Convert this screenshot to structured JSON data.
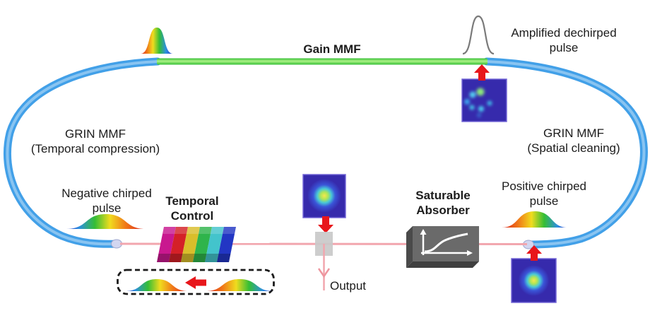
{
  "figure": {
    "type": "scientific-diagram",
    "subject": "Mode-locked multimode fiber laser ring cavity"
  },
  "labels": {
    "gain_fiber": "Gain MMF",
    "amplified_pulse_line1": "Amplified dechirped",
    "amplified_pulse_line2": "pulse",
    "grin_left_line1": "GRIN MMF",
    "grin_left_line2": "(Temporal compression)",
    "grin_right_line1": "GRIN MMF",
    "grin_right_line2": "(Spatial cleaning)",
    "negative_pulse_line1": "Negative chirped",
    "negative_pulse_line2": "pulse",
    "temporal_control_line1": "Temporal",
    "temporal_control_line2": "Control",
    "saturable_absorber_line1": "Saturable",
    "saturable_absorber_line2": "Absorber",
    "positive_pulse_line1": "Positive chirped",
    "positive_pulse_line2": "pulse",
    "output": "Output"
  },
  "colors": {
    "grin_fiber_blue": "#42A0E8",
    "gain_fiber_green": "#38C838",
    "intracavity_beam_pink": "#F2A6AE",
    "arrow_red": "#E8161B",
    "mode_field_background_indigo": "#362AAC",
    "mode_field_border": "#7466D6",
    "saturable_absorber_gray": "#6A6A6A",
    "output_coupler_gray": "#C9C9C9",
    "temporal_control_stripes": [
      "#C9188F",
      "#D42027",
      "#D9BE2B",
      "#2FB44B",
      "#43C4CC",
      "#2236C4"
    ],
    "dashed_box_black": "#1A1A1A",
    "gray_pulse_outline": "#7A7A7A"
  },
  "icons": {
    "pulse_top_left": "rainbow-gaussian-pulse",
    "pulse_amplified": "gray-outline-gaussian-pulse",
    "pulse_negative": "rainbow-chirped-pulse-blue-to-red",
    "pulse_positive": "rainbow-chirped-pulse-red-to-blue",
    "mode_top_right": "multimode-speckle-pattern",
    "mode_center": "gaussian-mode-profile",
    "mode_bottom_right": "gaussian-mode-profile",
    "absorber_curve": "saturation-transmission-curve",
    "dashed_box": "time-reversal-of-chirped-pulse"
  }
}
